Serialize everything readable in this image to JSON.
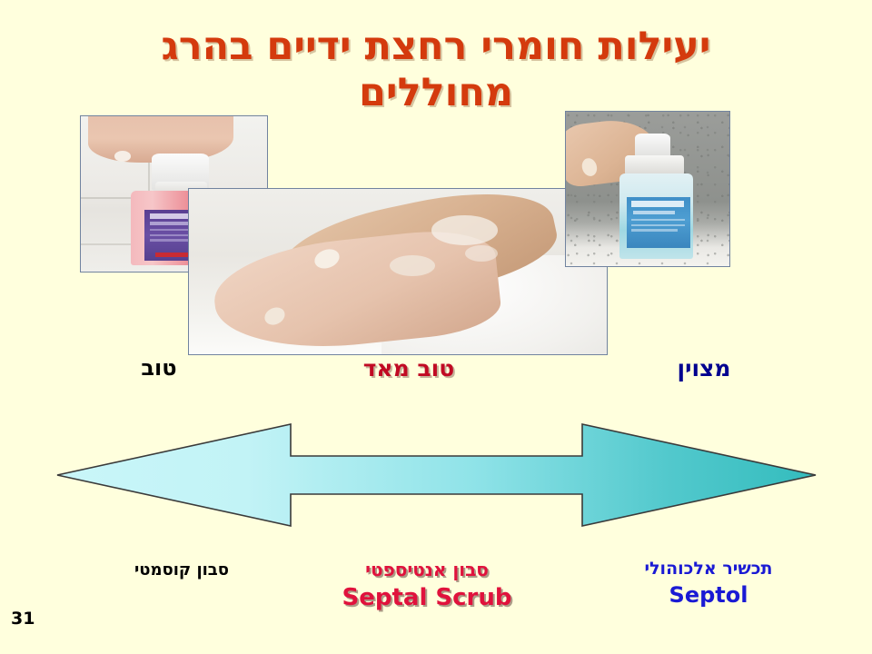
{
  "slide": {
    "number": "31",
    "background_color": "#ffffdd",
    "title": "יעילות חומרי רחצת ידיים בהרג\nמחוללים",
    "title_color": "#d43a0d"
  },
  "photos": [
    {
      "name": "pink-cosmetic-soap-dispenser",
      "alt": "יד לוחצת על משאבת סבון ורוד על קיר אריחים לבן"
    },
    {
      "name": "hands-washing-over-sink",
      "alt": "שתי ידיים מסובנות נשטפות מעל כיור לבן"
    },
    {
      "name": "septol-alcohol-dispenser",
      "alt": "יד לוחצת על משאבת תכשיר אלכוהולי כחול על קיר אפור"
    }
  ],
  "ratings": [
    {
      "label": "טוב",
      "color": "#000000"
    },
    {
      "label": "טוב מאד",
      "color": "#c10a23"
    },
    {
      "label": "מצוין",
      "color": "#00008f"
    }
  ],
  "arrow": {
    "type": "double-headed-horizontal-arrow",
    "gradient_start": "#c8f5f8",
    "gradient_end": "#3bbfc0",
    "outline_color": "#333333"
  },
  "captions": [
    {
      "line1": "סבון קוסמטי",
      "line2": "",
      "color": "#000000"
    },
    {
      "line1": "סבון אנטיספטי",
      "line2": "Septal Scrub",
      "color": "#e0123c"
    },
    {
      "line1": "תכשיר אלכוהולי",
      "line2": "Septol",
      "color": "#1a1ad4"
    }
  ]
}
